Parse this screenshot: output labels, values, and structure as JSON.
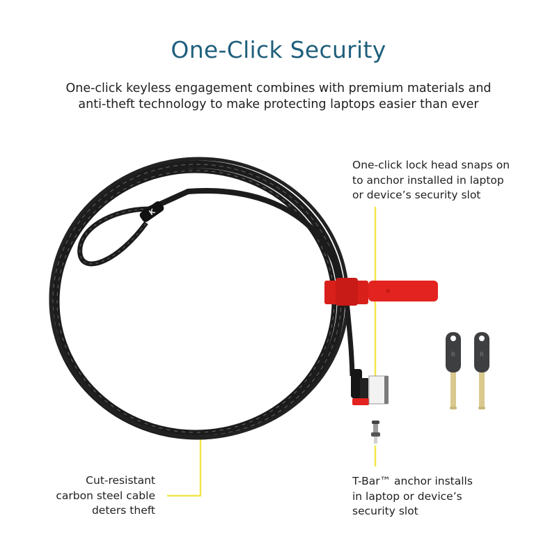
{
  "header": {
    "title": "One-Click Security",
    "subtitle_line1": "One-click keyless engagement combines with premium materials and",
    "subtitle_line2": "anti-theft technology to make protecting laptops easier than ever"
  },
  "callouts": {
    "lock_head": {
      "line1": "One-click lock head snaps on",
      "line2": "to anchor installed in laptop",
      "line3": "or device’s security slot"
    },
    "cable": {
      "line1": "Cut-resistant",
      "line2": "carbon steel cable",
      "line3": "deters theft"
    },
    "anchor": {
      "line1": "T-Bar™ anchor installs",
      "line2": "in laptop or device’s",
      "line3": "security slot"
    }
  },
  "colors": {
    "title": "#1f5f7c",
    "body_text": "#1f1f1f",
    "leader_line": "#f2e64a",
    "cable": "#1c1c1c",
    "cable_highlight": "#6a6a6a",
    "strap": "#e3231f",
    "key_head": "#3e3f41",
    "key_blade": "#d9c98e",
    "background": "#ffffff"
  },
  "icons": {
    "cable": "coiled-steel-cable",
    "strap": "red-cable-strap",
    "lock_head": "lock-head",
    "anchor": "t-bar-anchor",
    "keys": "keys-pair",
    "logo_sleeve": "brand-logo-sleeve"
  }
}
